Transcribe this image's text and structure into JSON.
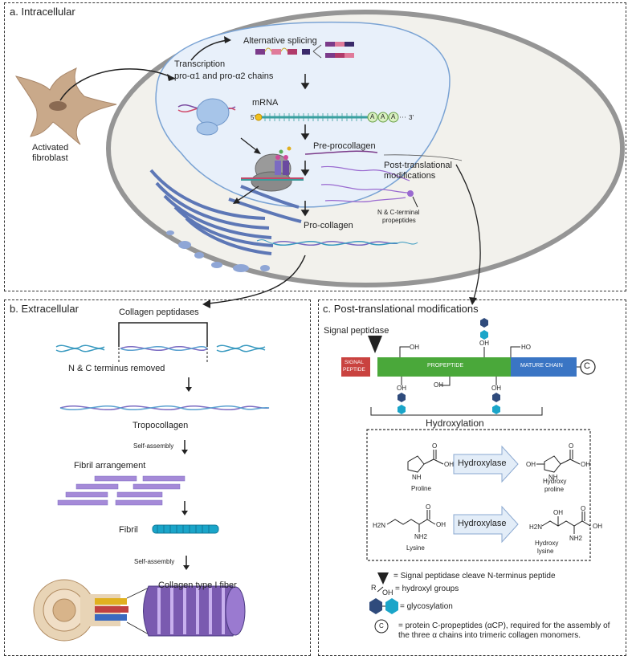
{
  "panels": {
    "a": "a. Intracellular",
    "b": "b. Extracellular",
    "c": "c. Post-translational modifications"
  },
  "intracellular": {
    "cell_label_line1": "Activated",
    "cell_label_line2": "fibroblast",
    "alt_splicing": "Alternative splicing",
    "transcription_line1": "Transcription",
    "transcription_line2": "pro-α1 and pro-α2  chains",
    "mrna": "mRNA",
    "mrna_5": "5'",
    "mrna_3": "3'",
    "polyA": "A",
    "pre_procollagen": "Pre-procollagen",
    "ptm_line1": "Post-translational",
    "ptm_line2": "modifications",
    "propeptides_line1": "N & C-terminal",
    "propeptides_line2": "propeptides",
    "pro_collagen": "Pro-collagen"
  },
  "extracellular": {
    "collagen_peptidases": "Collagen peptidases",
    "nc_removed": "N & C terminus removed",
    "tropocollagen": "Tropocollagen",
    "self_assembly_1": "Self-assembly",
    "fibril_arrangement": "Fibril arrangement",
    "fibril": "Fibril",
    "self_assembly_2": "Self-assembly",
    "fiber": "Collagen type I fiber"
  },
  "ptm": {
    "signal_peptidase": "Signal peptidase",
    "signal_peptide_line1": "SIGNAL",
    "signal_peptide_line2": "PEPTIDE",
    "propeptide": "PROPEPTIDE",
    "mature_chain": "MATURE CHAIN",
    "c_symbol": "C",
    "oh": "OH",
    "ho": "HO",
    "hydroxylation": "Hydroxylation",
    "hydroxylase_1": "Hydroxylase",
    "hydroxylase_2": "Hydroxylase",
    "proline": "Proline",
    "hydroxy_proline_line1": "Hydroxy",
    "hydroxy_proline_line2": "proline",
    "lysine": "Lysine",
    "hydroxy_lysine_line1": "Hydroxy",
    "hydroxy_lysine_line2": "lysine",
    "chem_nh": "NH",
    "chem_o": "O",
    "chem_h2n": "H2N",
    "chem_nh2": "NH2",
    "legend": {
      "signal": "= Signal peptidase cleave N-terminus peptide",
      "r": "R",
      "oh": "OH",
      "hydroxyl": "= hydroxyl groups",
      "glyco": "= glycosylation",
      "c_symbol": "C",
      "cp": "= protein C-propeptides (αCP), required for the assembly of the three α chains into trimeric collagen monomers."
    }
  },
  "colors": {
    "signal_peptide": "#c9423f",
    "propeptide": "#4aa83a",
    "mature_chain": "#3a75c4",
    "hex_dark": "#2f4b7c",
    "hex_light": "#1aa5c9",
    "cell_fill": "#f1f0ea",
    "nucleus_fill": "#e8f0fa",
    "er_blue": "#5d77b6",
    "collagen_purple": "#7b6bc2",
    "fibroblast": "#c9a98a"
  }
}
